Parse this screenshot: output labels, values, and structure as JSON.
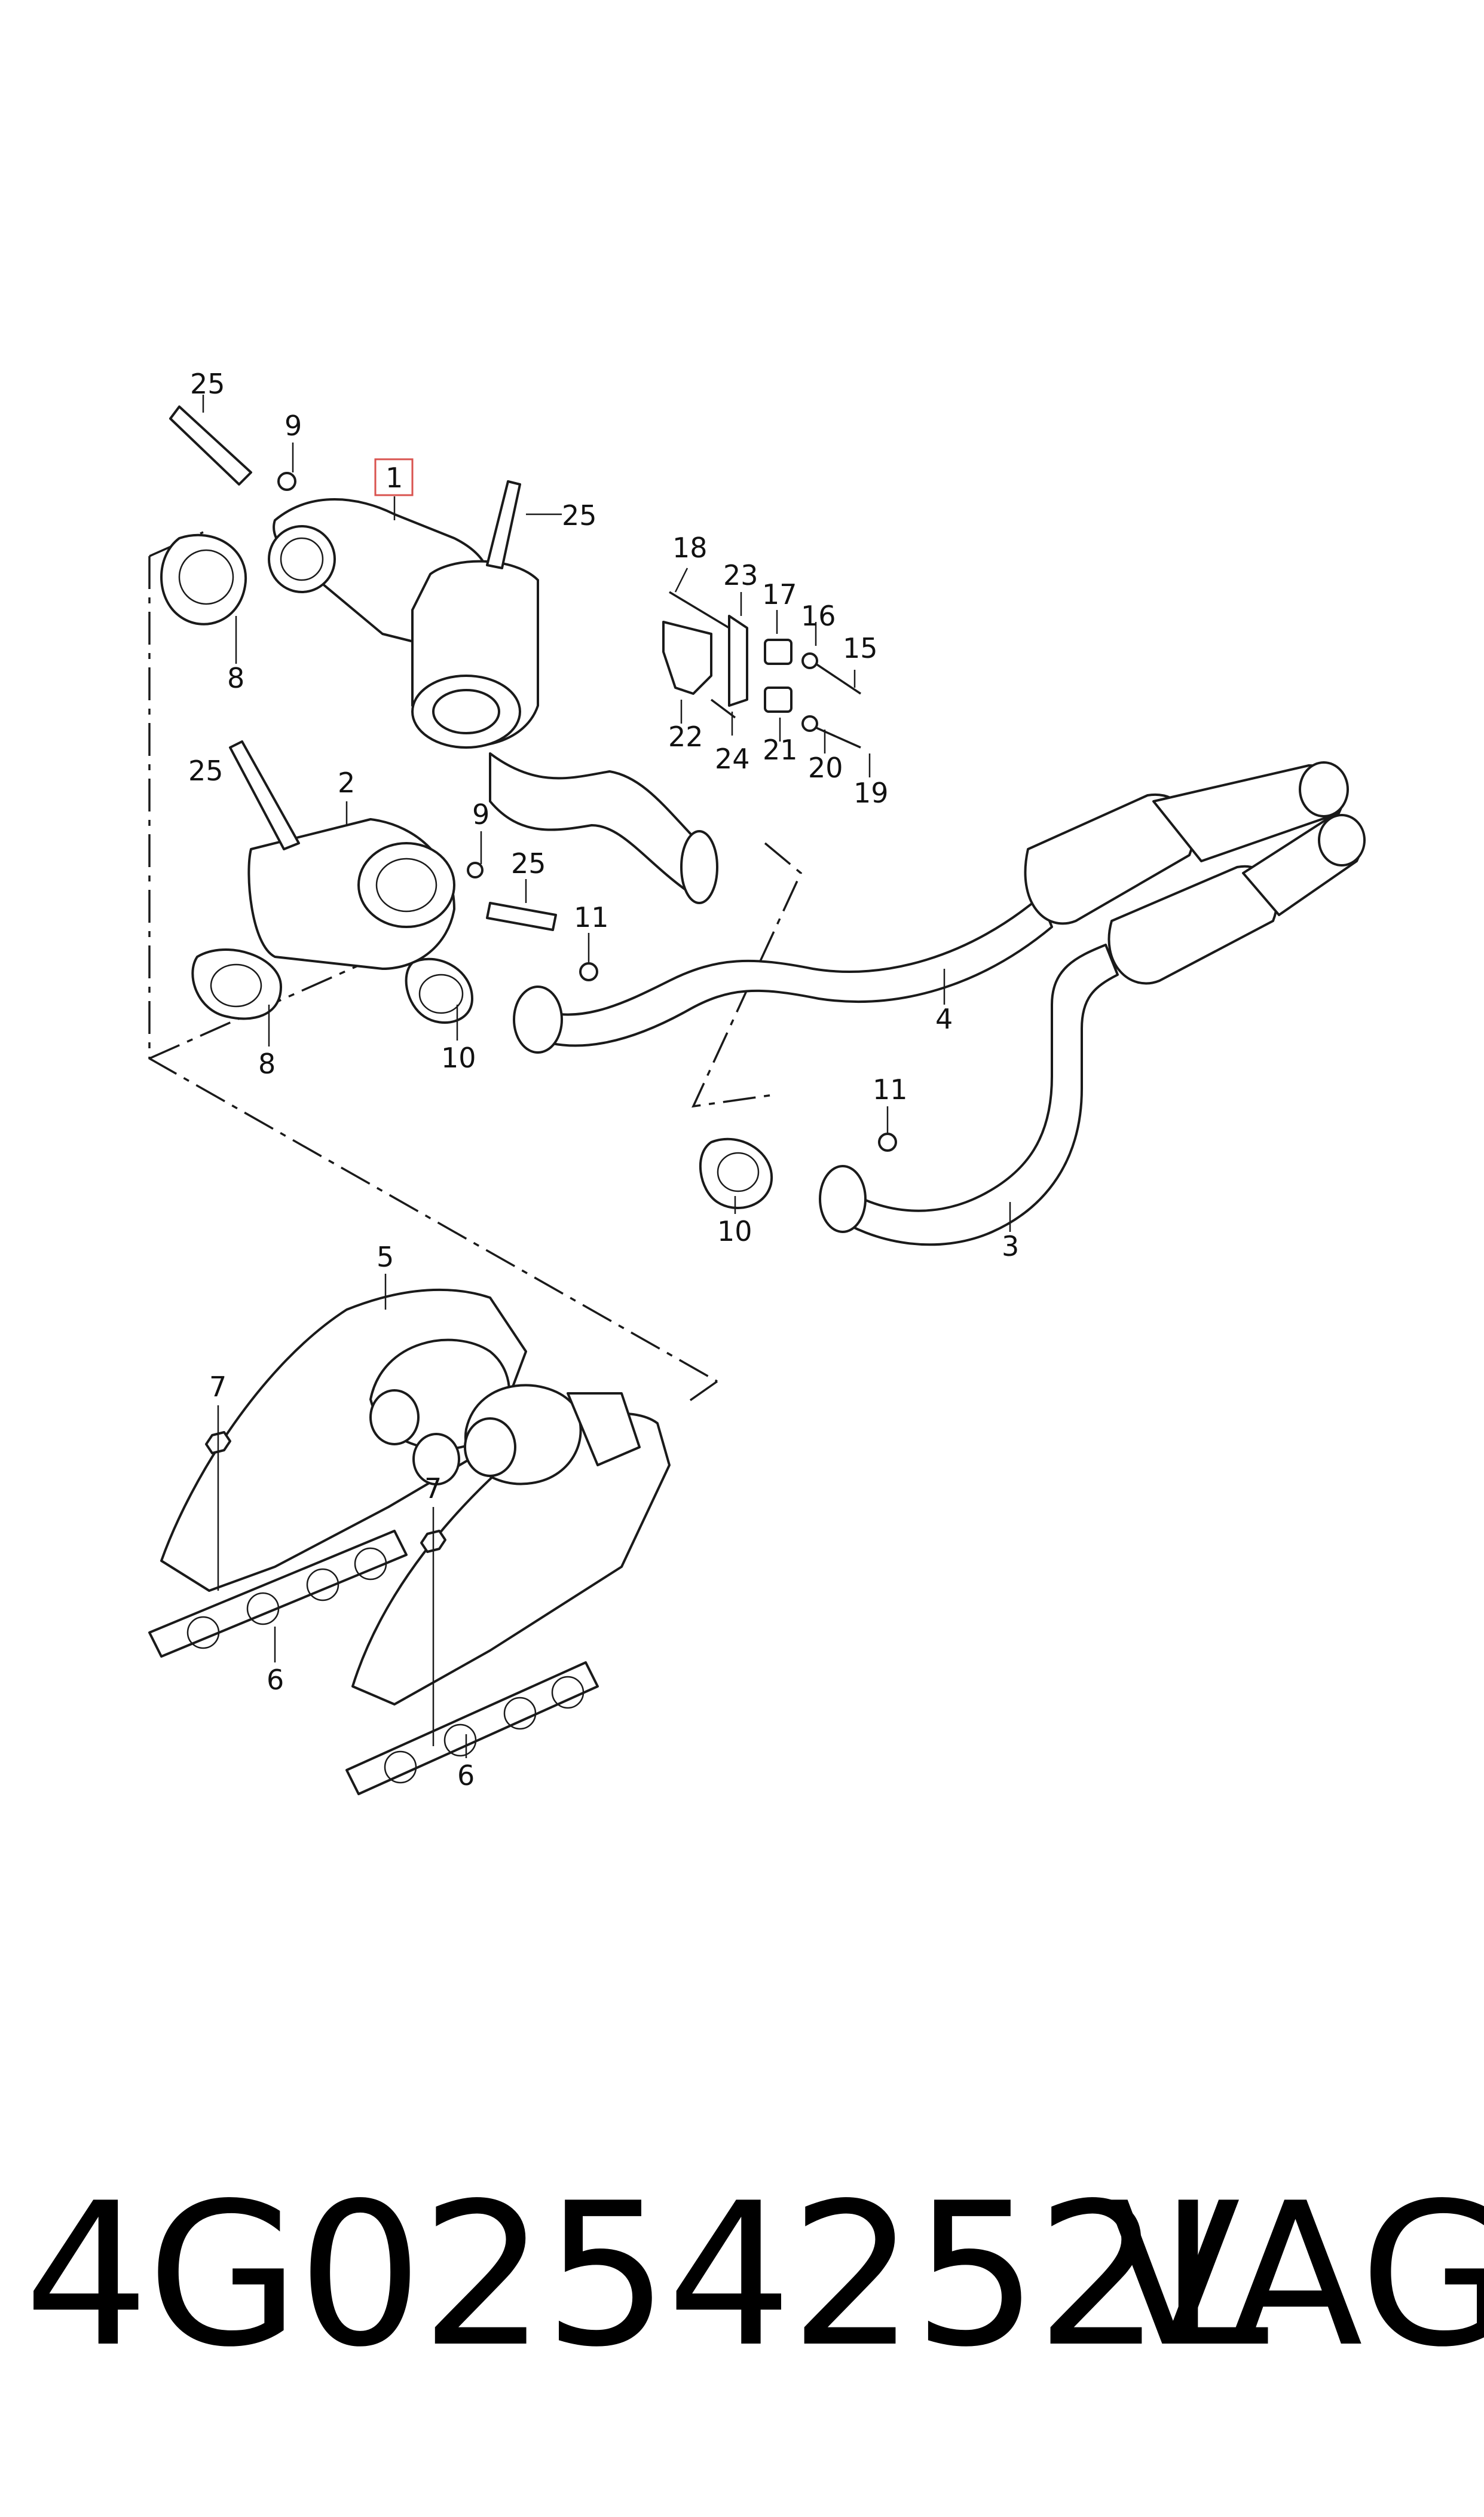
{
  "callouts": {
    "c1": "1",
    "c2": "2",
    "c3": "3",
    "c4": "4",
    "c5": "5",
    "c6a": "6",
    "c6b": "6",
    "c7a": "7",
    "c7b": "7",
    "c8a": "8",
    "c8b": "8",
    "c9a": "9",
    "c9b": "9",
    "c10a": "10",
    "c10b": "10",
    "c11a": "11",
    "c11b": "11",
    "c15": "15",
    "c16": "16",
    "c17": "17",
    "c18": "18",
    "c19": "19",
    "c20": "20",
    "c21": "21",
    "c22": "22",
    "c23": "23",
    "c24": "24",
    "c25a": "25",
    "c25b": "25",
    "c25c": "25",
    "c25d": "25"
  },
  "colors": {
    "line": "#1a1a1a",
    "highlight": "#d9534f",
    "background": "#ffffff"
  },
  "footer": {
    "part_number": "4G0254252L",
    "brand": "VAG"
  }
}
